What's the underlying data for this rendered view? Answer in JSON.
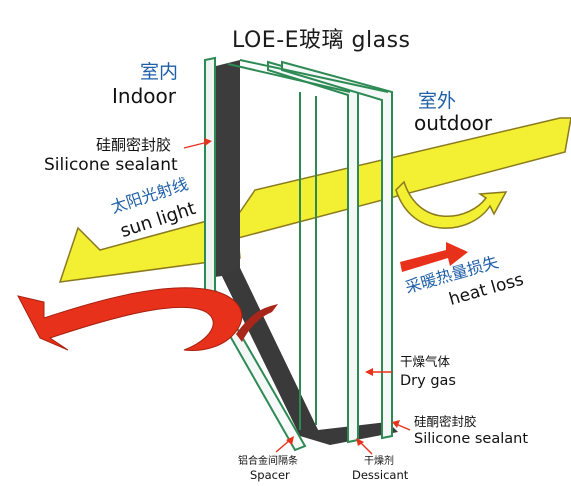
{
  "title": "LOE-E玻璃 glass",
  "indoor": {
    "zh": "室内",
    "en": "Indoor"
  },
  "outdoor": {
    "zh": "室外",
    "en": "outdoor"
  },
  "sealant_top": {
    "zh": "硅酮密封胶",
    "en": "Silicone sealant"
  },
  "sunlight": {
    "zh": "太阳光射线",
    "en": "sun light"
  },
  "heat_loss": {
    "zh": "采暖热量损失",
    "en": "heat loss"
  },
  "dry_gas": {
    "zh": "干燥气体",
    "en": "Dry gas"
  },
  "sealant_bottom": {
    "zh": "硅酮密封胶",
    "en": "Silicone sealant"
  },
  "spacer": {
    "zh": "铝合金间隔条",
    "en": "Spacer"
  },
  "dessicant": {
    "zh": "干燥剂",
    "en": "Dessicant"
  },
  "colors": {
    "sun_arrow": "#f3ef33",
    "heat_arrow": "#e8311b",
    "frame_dark": "#3c3c3c",
    "glass_edge": "#2e8a55",
    "label_blue": "#1f5fa8"
  }
}
